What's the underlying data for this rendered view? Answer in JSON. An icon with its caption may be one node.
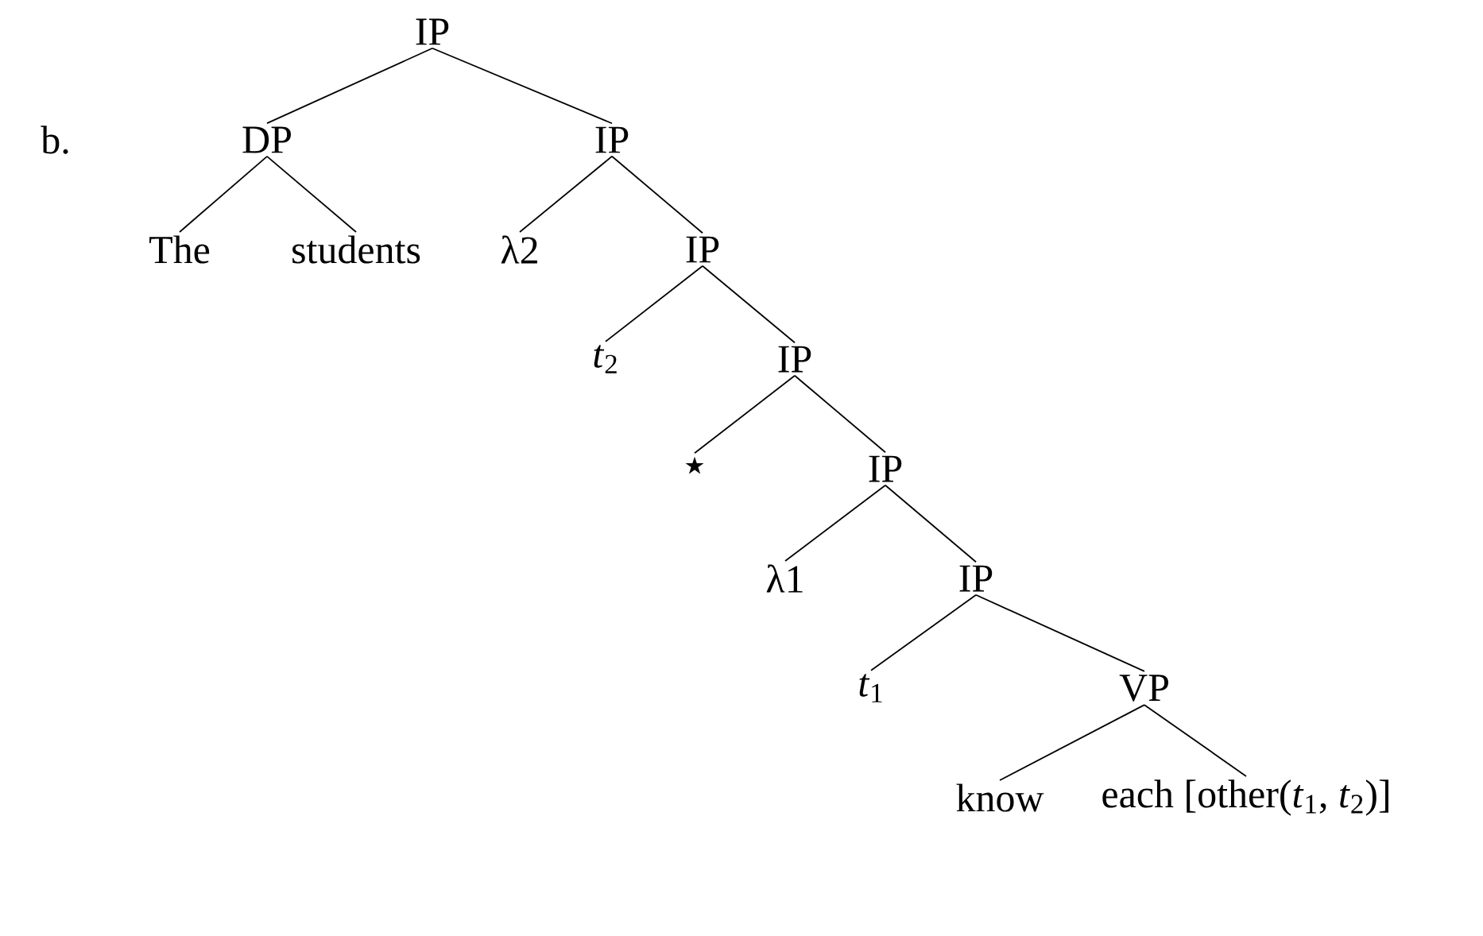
{
  "diagram": {
    "nodes": [
      {
        "text": [
          "IP"
        ]
      },
      {
        "text": [
          "DP"
        ]
      },
      {
        "text": [
          "IP"
        ]
      },
      {
        "text": [
          "The"
        ]
      },
      {
        "text": [
          "students"
        ]
      },
      {
        "text": [
          "λ2"
        ]
      },
      {
        "text": [
          "IP"
        ]
      },
      {
        "text": [
          "*t*$_{2}$"
        ]
      },
      {
        "text": [
          "IP"
        ]
      },
      {
        "text": [
          "⋆"
        ]
      },
      {
        "text": [
          "IP"
        ]
      },
      {
        "text": [
          "λ1"
        ]
      },
      {
        "text": [
          "IP"
        ]
      },
      {
        "text": [
          "*t*$_{1}$"
        ]
      },
      {
        "text": [
          "VP"
        ]
      },
      {
        "text": [
          "know"
        ]
      },
      {
        "text": [
          "each [other(*t*$_{1}$, *t*$_{2}$)]"
        ]
      }
    ],
    "edges": [
      {
        "from": 0,
        "to": 1,
        "arrow": "none"
      },
      {
        "from": 0,
        "to": 2,
        "arrow": "none"
      },
      {
        "from": 1,
        "to": 3,
        "arrow": "none"
      },
      {
        "from": 1,
        "to": 4,
        "arrow": "none"
      },
      {
        "from": 2,
        "to": 5,
        "arrow": "none"
      },
      {
        "from": 2,
        "to": 6,
        "arrow": "none"
      },
      {
        "from": 6,
        "to": 7,
        "arrow": "none"
      },
      {
        "from": 6,
        "to": 8,
        "arrow": "none"
      },
      {
        "from": 8,
        "to": 9,
        "arrow": "none"
      },
      {
        "from": 8,
        "to": 10,
        "arrow": "none"
      },
      {
        "from": 10,
        "to": 11,
        "arrow": "none"
      },
      {
        "from": 10,
        "to": 12,
        "arrow": "none"
      },
      {
        "from": 12,
        "to": 13,
        "arrow": "none"
      },
      {
        "from": 12,
        "to": 14,
        "arrow": "none"
      },
      {
        "from": 14,
        "to": 15,
        "arrow": "none"
      },
      {
        "from": 14,
        "to": 16,
        "arrow": "none"
      }
    ],
    "labels": [
      "b."
    ]
  }
}
